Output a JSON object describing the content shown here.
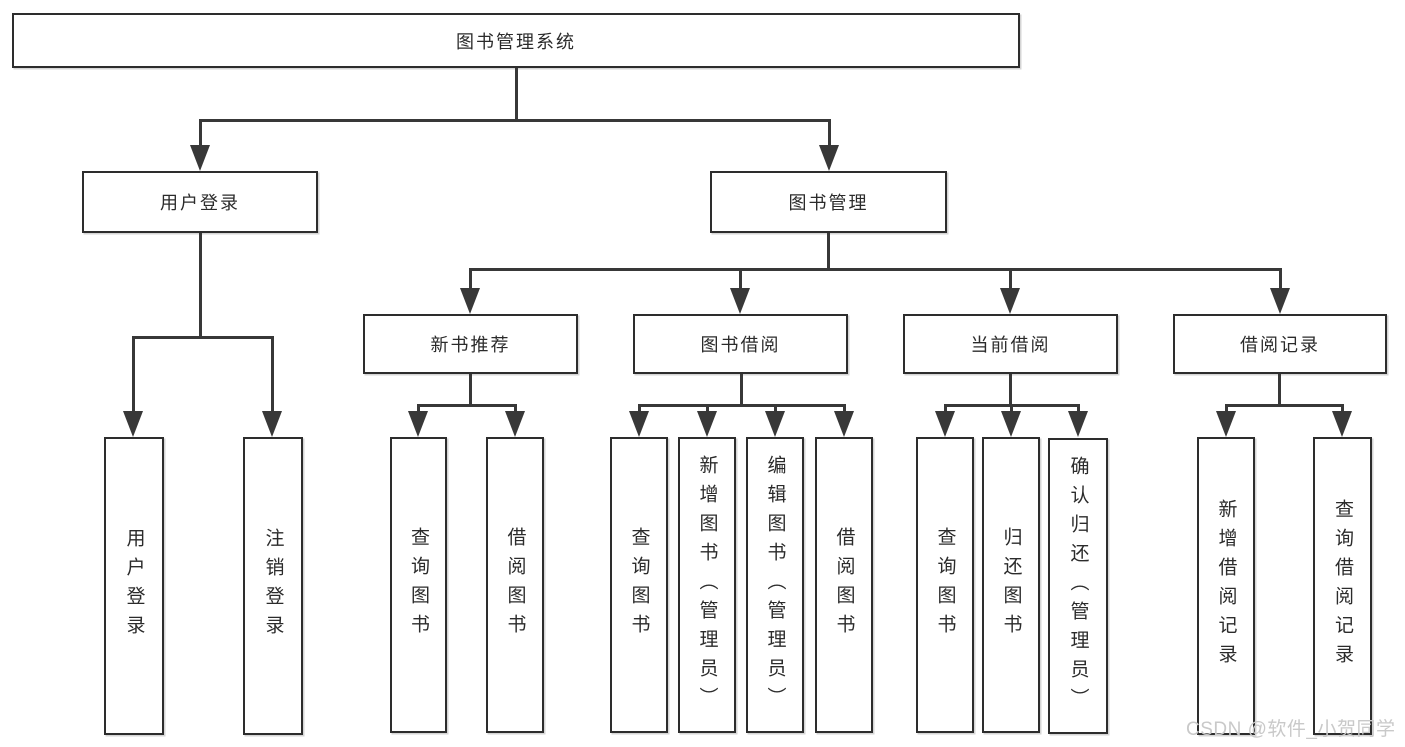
{
  "tree": {
    "root": {
      "label": "图书管理系统",
      "children": [
        {
          "label": "用户登录",
          "children": [
            {
              "label": "用户登录"
            },
            {
              "label": "注销登录"
            }
          ]
        },
        {
          "label": "图书管理",
          "children": [
            {
              "label": "新书推荐",
              "children": [
                {
                  "label": "查询图书"
                },
                {
                  "label": "借阅图书"
                }
              ]
            },
            {
              "label": "图书借阅",
              "children": [
                {
                  "label": "查询图书"
                },
                {
                  "label": "新增图书（管理员）"
                },
                {
                  "label": "编辑图书（管理员）"
                },
                {
                  "label": "借阅图书"
                }
              ]
            },
            {
              "label": "当前借阅",
              "children": [
                {
                  "label": "查询图书"
                },
                {
                  "label": "归还图书"
                },
                {
                  "label": "确认归还（管理员）"
                }
              ]
            },
            {
              "label": "借阅记录",
              "children": [
                {
                  "label": "新增借阅记录"
                },
                {
                  "label": "查询借阅记录"
                }
              ]
            }
          ]
        }
      ]
    }
  },
  "watermark": {
    "text": "CSDN @软件_小贺同学",
    "color": "#c9c9c9"
  },
  "colors": {
    "background": "#ffffff",
    "box_border": "#2d2d2d",
    "line": "#383838",
    "text": "#2b2b2b"
  }
}
